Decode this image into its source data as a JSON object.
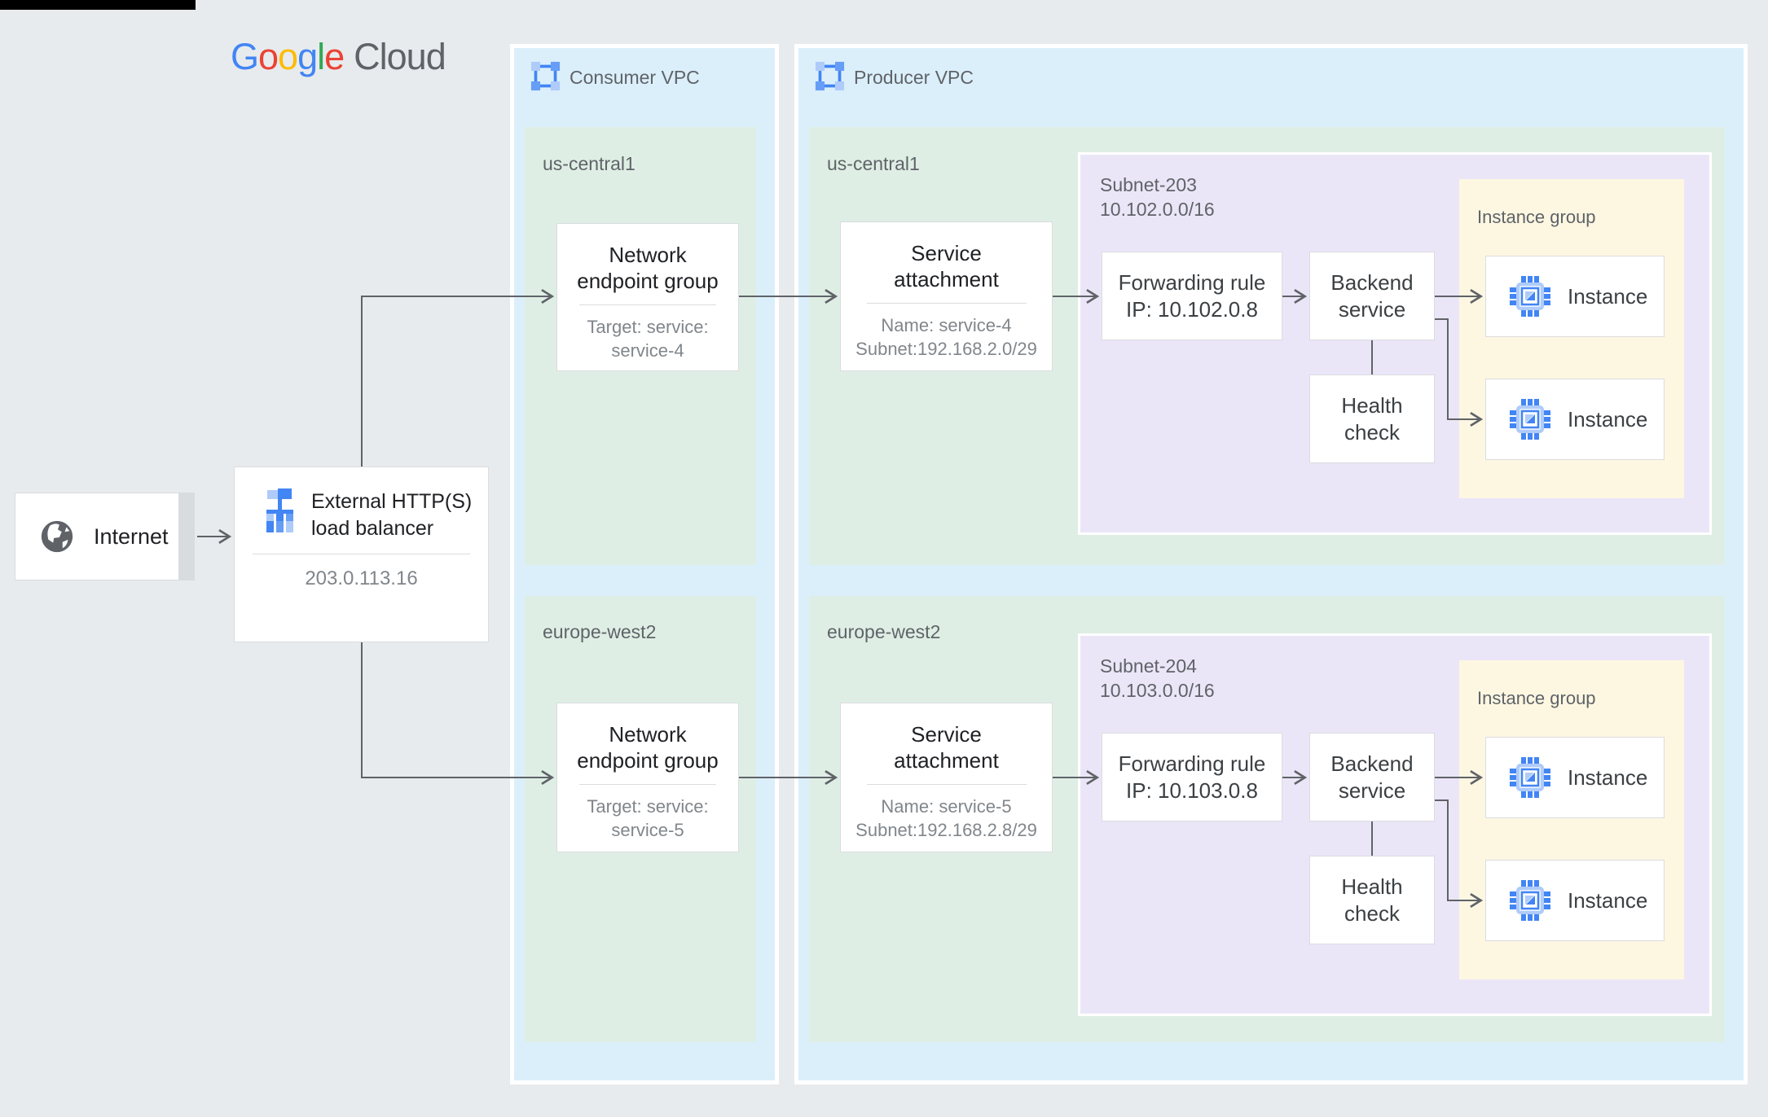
{
  "logo": {
    "g1": "G",
    "o1": "o",
    "o2": "o",
    "g2": "g",
    "l1": "l",
    "e1": "e",
    "cloud": "Cloud"
  },
  "palette": {
    "brand_blue": "#4285F4",
    "brand_red": "#EA4335",
    "brand_yellow": "#FBBC05",
    "brand_green": "#34A853",
    "vpc_container": "#dbeffb",
    "region_fill": "#dfeee5",
    "subnet_fill": "#ebe6f7",
    "instance_group_fill": "#fdf7e2",
    "connector_gray": "#5f6368",
    "canvas_gray": "#e8ebed"
  },
  "icons": {
    "internet": "globe-icon",
    "load_balancer": "load-balancer-icon",
    "vpc": "vpc-network-icon",
    "instance": "chip-icon"
  },
  "internet": {
    "label": "Internet"
  },
  "load_balancer": {
    "title": "External HTTP(S)\nload balancer",
    "ip": "203.0.113.16"
  },
  "consumer_vpc": {
    "label": "Consumer VPC",
    "regions": [
      {
        "name": "us-central1",
        "neg": {
          "title": "Network\nendpoint group",
          "target": "Target: service:\nservice-4"
        }
      },
      {
        "name": "europe-west2",
        "neg": {
          "title": "Network\nendpoint group",
          "target": "Target: service:\nservice-5"
        }
      }
    ]
  },
  "producer_vpc": {
    "label": "Producer VPC",
    "regions": [
      {
        "name": "us-central1",
        "service_attachment": {
          "title": "Service\nattachment",
          "name": "Name: service-4",
          "subnet": "Subnet:192.168.2.0/29"
        },
        "subnet": {
          "name": "Subnet-203",
          "cidr": "10.102.0.0/16",
          "forwarding_rule": {
            "text": "Forwarding rule\nIP: 10.102.0.8"
          },
          "backend_service": "Backend\nservice",
          "health_check": "Health\ncheck",
          "instance_group": {
            "label": "Instance group",
            "instances": [
              "Instance",
              "Instance"
            ]
          }
        }
      },
      {
        "name": "europe-west2",
        "service_attachment": {
          "title": "Service\nattachment",
          "name": "Name: service-5",
          "subnet": "Subnet:192.168.2.8/29"
        },
        "subnet": {
          "name": "Subnet-204",
          "cidr": "10.103.0.0/16",
          "forwarding_rule": {
            "text": "Forwarding rule\nIP: 10.103.0.8"
          },
          "backend_service": "Backend\nservice",
          "health_check": "Health\ncheck",
          "instance_group": {
            "label": "Instance group",
            "instances": [
              "Instance",
              "Instance"
            ]
          }
        }
      }
    ]
  }
}
